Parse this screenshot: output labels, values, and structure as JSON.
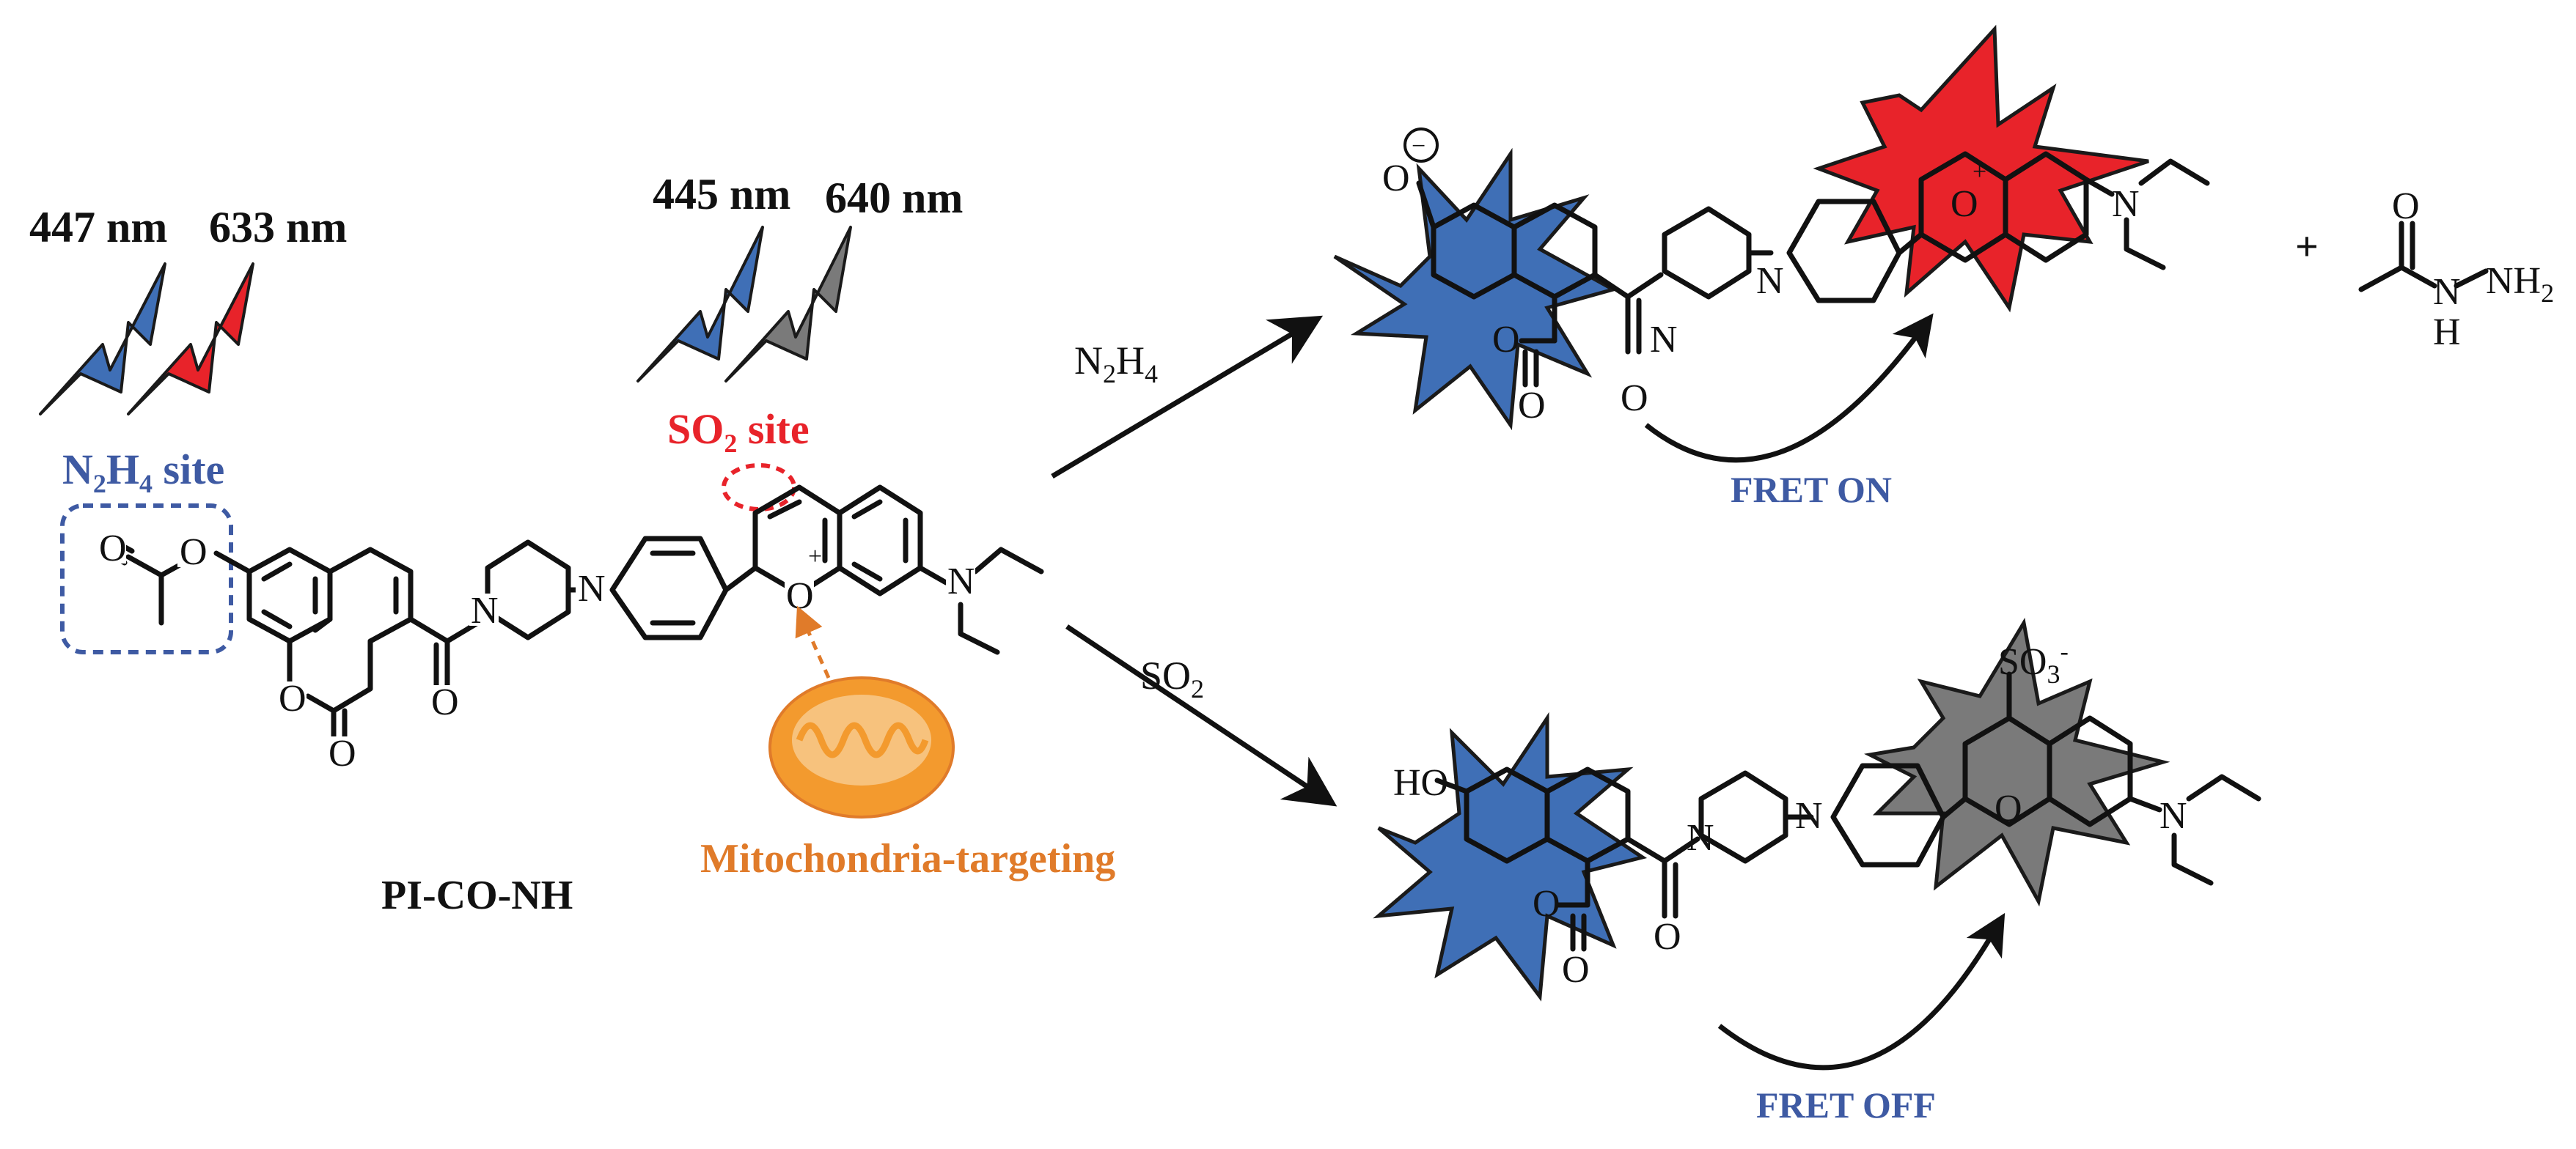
{
  "colors": {
    "blue": "#3f6fb6",
    "red": "#e8232a",
    "gray": "#7a7a7a",
    "orange": "#f39a2e",
    "label_blue": "#3e5aa3",
    "label_red": "#e8232a",
    "label_orange": "#e07b2a"
  },
  "left": {
    "probe_name": "PI-CO-NH",
    "n2h4_site": {
      "prefix": "N",
      "sub1": "2",
      "mid": "H",
      "sub2": "4",
      "suffix": " site"
    },
    "so2_site": {
      "prefix": "SO",
      "sub": "2",
      "suffix": " site"
    },
    "coumarin_excitation": {
      "blue_label": "447 nm",
      "red_label": "633 nm"
    },
    "benzopyrylium_excitation": {
      "blue_label": "445 nm",
      "gray_label": "640 nm"
    },
    "mitochondria_label": "Mitochondria-targeting"
  },
  "reactions": {
    "top_reagent": {
      "main": "N",
      "sub1": "2",
      "mid": "H",
      "sub2": "4"
    },
    "bottom_reagent": {
      "main": "SO",
      "sub": "2"
    }
  },
  "products": {
    "top_fret_label": "FRET ON",
    "bottom_fret_label": "FRET OFF",
    "plus_sign": "+",
    "byproduct": {
      "o": "O",
      "h_label": "H",
      "n_label": "N",
      "nh2_label": "NH",
      "nh2_sub": "2"
    },
    "sulfonate": {
      "main": "SO",
      "sub": "3",
      "sup": "-"
    },
    "phenolate_sup": "−",
    "hydroxyl": "HO"
  },
  "atoms": {
    "O": "O",
    "N": "N",
    "plus": "+"
  },
  "icons": [
    "lightning-bolt-icon",
    "starburst-icon",
    "mitochondrion-icon",
    "curved-arrow-icon",
    "reaction-arrow-icon"
  ]
}
